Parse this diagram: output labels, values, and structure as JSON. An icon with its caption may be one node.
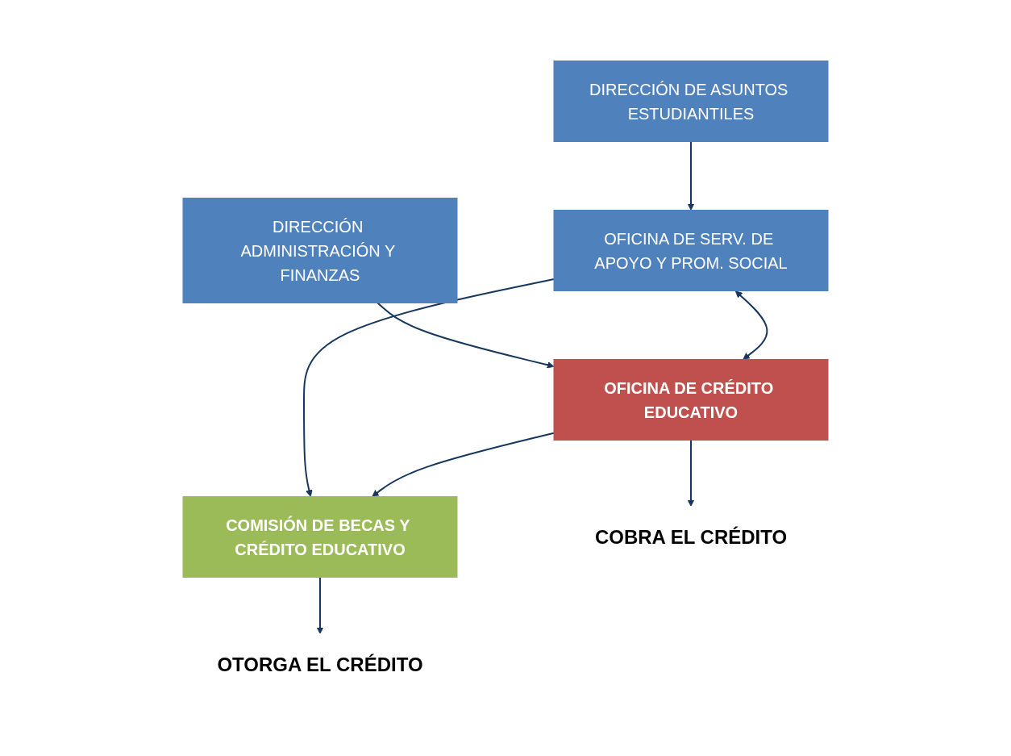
{
  "diagram": {
    "nodes": [
      {
        "text": [
          "DIRECCIÓN DE ASUNTOS ESTUDIANTILES"
        ]
      },
      {
        "text": [
          "DIRECCIÓN ADMINISTRACIÓN Y FINANZAS"
        ]
      },
      {
        "text": [
          "OFICINA DE SERV. DE APOYO Y PROM. SOCIAL"
        ]
      },
      {
        "text": [
          "OFICINA DE CRÉDITO EDUCATIVO"
        ]
      },
      {
        "text": [
          "COMISIÓN DE BECAS Y CRÉDITO EDUCATIVO"
        ]
      },
      {
        "text": [
          "OTORGA EL CRÉDITO"
        ]
      },
      {
        "text": [
          "COBRA EL CRÉDITO"
        ]
      }
    ],
    "edges": [
      {
        "from": 0,
        "to": 2,
        "arrow": "to"
      },
      {
        "from": 1,
        "to": 3,
        "arrow": "to"
      },
      {
        "from": 2,
        "to": 3,
        "arrow": "both"
      },
      {
        "from": 2,
        "to": 4,
        "arrow": "to"
      },
      {
        "from": 3,
        "to": 4,
        "arrow": "to"
      },
      {
        "from": 4,
        "to": 5,
        "arrow": "to"
      },
      {
        "from": 3,
        "to": 6,
        "arrow": "to"
      }
    ]
  }
}
